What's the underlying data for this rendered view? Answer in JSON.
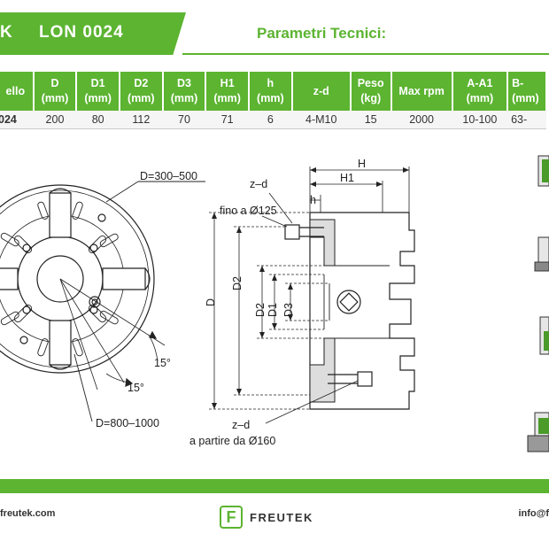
{
  "header": {
    "brand_fragment": "K",
    "model": "LON  0024",
    "section_title": "Parametri Tecnici:"
  },
  "table": {
    "columns": [
      {
        "line1": "ello",
        "line2": ""
      },
      {
        "line1": "D",
        "line2": "(mm)"
      },
      {
        "line1": "D1",
        "line2": "(mm)"
      },
      {
        "line1": "D2",
        "line2": "(mm)"
      },
      {
        "line1": "D3",
        "line2": "(mm)"
      },
      {
        "line1": "H1",
        "line2": "(mm)"
      },
      {
        "line1": "h",
        "line2": "(mm)"
      },
      {
        "line1": "z-d",
        "line2": ""
      },
      {
        "line1": "Peso",
        "line2": "(kg)"
      },
      {
        "line1": "Max rpm",
        "line2": ""
      },
      {
        "line1": "A-A1",
        "line2": "(mm)"
      },
      {
        "line1": "B-",
        "line2": "(mm)"
      }
    ],
    "row": [
      "024",
      "200",
      "80",
      "112",
      "70",
      "71",
      "6",
      "4-M10",
      "15",
      "2000",
      "10-100",
      "63-"
    ]
  },
  "front_view": {
    "label_top": "D=300–500",
    "label_bottom": "D=800–1000",
    "angle_1": "15°",
    "angle_2": "15°"
  },
  "side_view": {
    "label_H": "H",
    "label_H1": "H1",
    "label_zd_top": "z–d",
    "label_h": "h",
    "label_fino": "fino a Ø125",
    "label_D": "D",
    "label_D2a": "D2",
    "label_D2b": "D2",
    "label_D1": "D1",
    "label_D3": "D3",
    "label_zd_bottom": "z–d",
    "label_partire": "a partire da Ø160"
  },
  "footer": {
    "website": "freutek.com",
    "logo_letter": "F",
    "logo_text": "FREUTEK",
    "email": "info@f"
  },
  "colors": {
    "accent": "#5cb431",
    "text": "#222222",
    "row_bg": "#f5f5f5"
  }
}
